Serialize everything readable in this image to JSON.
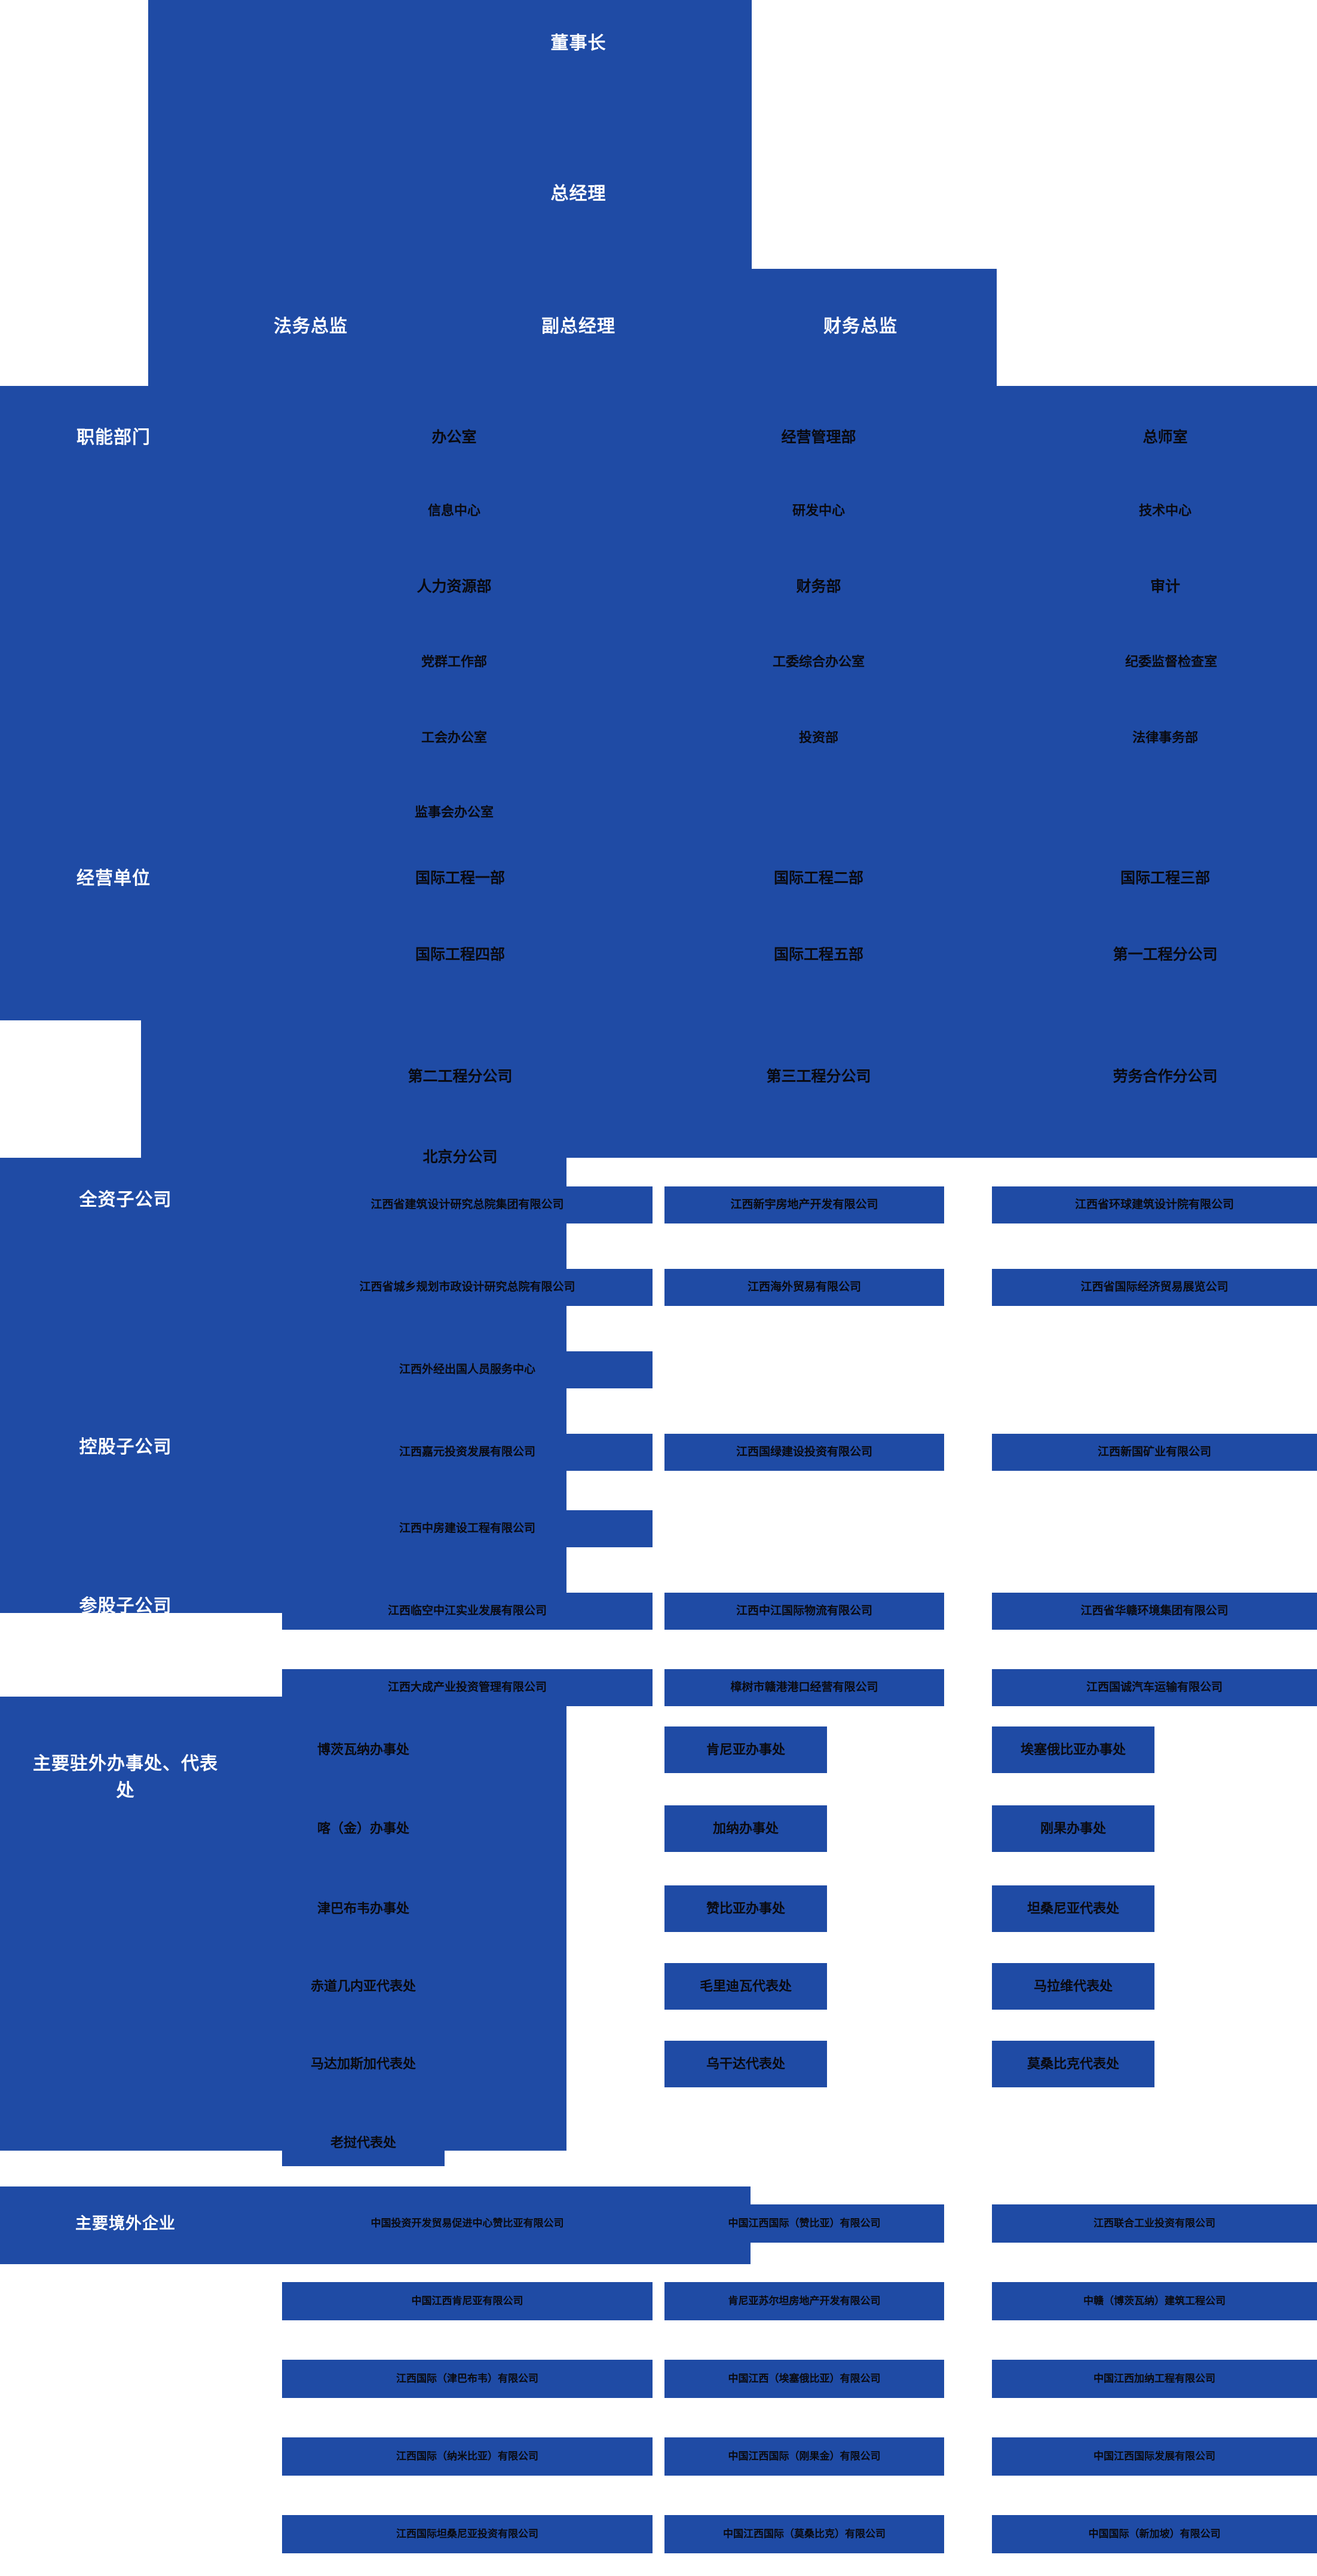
{
  "theme": {
    "blue": "#1f4ba5",
    "white": "#ffffff",
    "text_dark": "#0a0a0f"
  },
  "top": {
    "chairman": "董事长",
    "general_manager": "总经理",
    "executives": [
      "法务总监",
      "副总经理",
      "财务总监"
    ]
  },
  "sections": [
    {
      "label": "职能部门",
      "columns": [
        [
          "办公室",
          "信息中心",
          "人力资源部",
          "党群工作部",
          "工会办公室",
          "监事会办公室"
        ],
        [
          "经营管理部",
          "研发中心",
          "财务部",
          "工委综合办公室",
          "投资部"
        ],
        [
          "总师室",
          "技术中心",
          "审计",
          "纪委监督检查室",
          "法律事务部"
        ]
      ]
    },
    {
      "label": "经营单位",
      "columns": [
        [
          "国际工程一部",
          "国际工程四部"
        ],
        [
          "国际工程二部",
          "国际工程五部"
        ],
        [
          "国际工程三部",
          "第一工程分公司"
        ]
      ]
    },
    {
      "label": "",
      "columns": [
        [
          "第二工程分公司",
          "北京分公司"
        ],
        [
          "第三工程分公司"
        ],
        [
          "劳务合作分公司"
        ]
      ]
    },
    {
      "label": "全资子公司",
      "columns": [
        [
          "江西省建筑设计研究总院集团有限公司",
          "江西省城乡规划市政设计研究总院有限公司",
          "江西外经出国人员服务中心"
        ],
        [
          "江西新宇房地产开发有限公司",
          "江西海外贸易有限公司"
        ],
        [
          "江西省环球建筑设计院有限公司",
          "江西省国际经济贸易展览公司"
        ]
      ]
    },
    {
      "label": "控股子公司",
      "columns": [
        [
          "江西嘉元投资发展有限公司",
          "江西中房建设工程有限公司"
        ],
        [
          "江西国绿建设投资有限公司"
        ],
        [
          "江西新国矿业有限公司"
        ]
      ]
    },
    {
      "label": "参股子公司",
      "columns": [
        [
          "江西临空中江实业发展有限公司",
          "江西大成产业投资管理有限公司"
        ],
        [
          "江西中江国际物流有限公司",
          "樟树市赣港港口经营有限公司"
        ],
        [
          "江西省华赣环境集团有限公司",
          "江西国诚汽车运输有限公司"
        ]
      ]
    },
    {
      "label": "主要驻外办事处、代表处",
      "columns": [
        [
          "博茨瓦纳办事处",
          "喀（金）办事处",
          "津巴布韦办事处",
          "赤道几内亚代表处",
          "马达加斯加代表处",
          "老挝代表处"
        ],
        [
          "肯尼亚办事处",
          "加纳办事处",
          "赞比亚办事处",
          "毛里迪瓦代表处",
          "乌干达代表处"
        ],
        [
          "埃塞俄比亚办事处",
          "刚果办事处",
          "坦桑尼亚代表处",
          "马拉维代表处",
          "莫桑比克代表处"
        ]
      ]
    },
    {
      "label": "主要境外企业",
      "columns": [
        [
          "中国投资开发贸易促进中心赞比亚有限公司",
          "中国江西肯尼亚有限公司",
          "江西国际（津巴布韦）有限公司",
          "江西国际（纳米比亚）有限公司",
          "江西国际坦桑尼亚投资有限公司"
        ],
        [
          "中国江西国际（赞比亚）有限公司",
          "肯尼亚苏尔坦房地产开发有限公司",
          "中国江西（埃塞俄比亚）有限公司",
          "中国江西国际（刚果金）有限公司",
          "中国江西国际（莫桑比克）有限公司"
        ],
        [
          "江西联合工业投资有限公司",
          "中赣（博茨瓦纳）建筑工程公司",
          "中国江西加纳工程有限公司",
          "中国江西国际发展有限公司",
          "中国国际（新加坡）有限公司"
        ]
      ]
    }
  ],
  "labels": {
    "functional": "职能部门",
    "business_units": "经营单位",
    "wholly_owned": "全资子公司",
    "holding": "控股子公司",
    "equity": "参股子公司",
    "offices": "主要驻外办事处、代表处",
    "overseas": "主要境外企业"
  }
}
